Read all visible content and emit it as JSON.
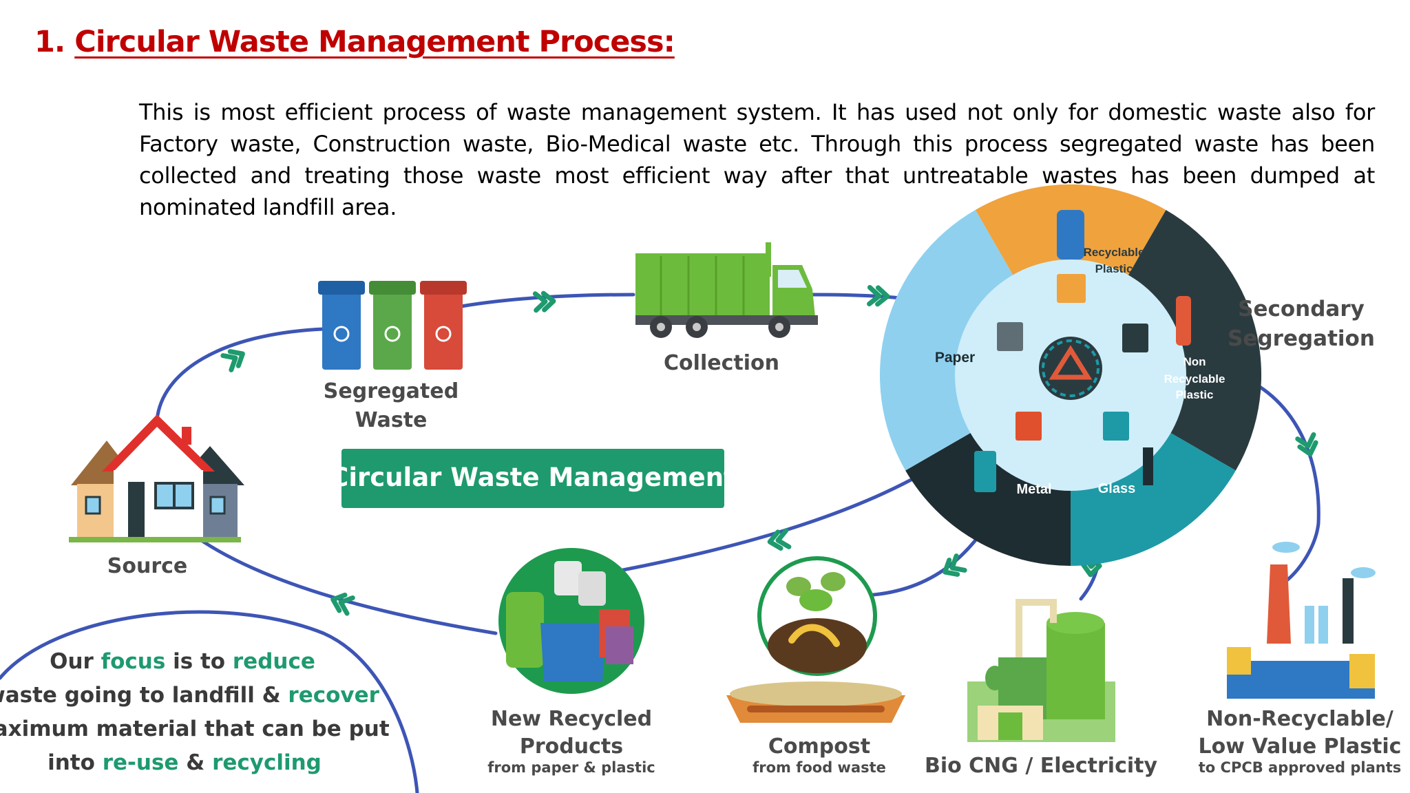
{
  "section": {
    "number": "1.",
    "title": "Circular Waste Management Process:"
  },
  "paragraph": "This is most efficient process of waste management system. It has used not only for domestic waste also for Factory waste, Construction waste, Bio-Medical waste etc. Through this process segregated waste has been collected and treating those waste most efficient way after that untreatable wastes has been dumped at nominated landfill area.",
  "diagram": {
    "banner": "Circular Waste Management",
    "source": "Source",
    "segregated": [
      "Segregated",
      "Waste"
    ],
    "collection": "Collection",
    "secondary": [
      "Secondary",
      "Segregation"
    ],
    "wheel": {
      "recyclable_plastic": [
        "Recyclable",
        "Plastic"
      ],
      "paper": "Paper",
      "non_recyclable": [
        "Non",
        "Recyclable",
        "Plastic"
      ],
      "metal": "Metal",
      "glass": "Glass"
    },
    "recycled": {
      "line1": "New Recycled",
      "line2": "Products",
      "sub": "from paper & plastic"
    },
    "compost": {
      "title": "Compost",
      "sub": "from food waste"
    },
    "biocng": "Bio CNG / Electricity",
    "nonrec": {
      "line1": "Non-Recyclable/",
      "line2": "Low Value Plastic",
      "sub": "to CPCB approved plants"
    },
    "focus": {
      "l1a": "Our ",
      "l1b": "focus",
      "l1c": " is to ",
      "l1d": "reduce",
      "l2a": "waste going to landfill & ",
      "l2b": "recover",
      "l3": "maximum material that can be put",
      "l4a": "into ",
      "l4b": "re-use",
      "l4c": " & ",
      "l4d": "recycling"
    },
    "colors": {
      "heading": "#c00000",
      "green": "#1e9a6e",
      "arrow": "#3d55b5",
      "orange": "#f0a23d",
      "teal": "#1d9aa6",
      "dark": "#2a3b40",
      "light_blue": "#8fd0ef"
    }
  }
}
